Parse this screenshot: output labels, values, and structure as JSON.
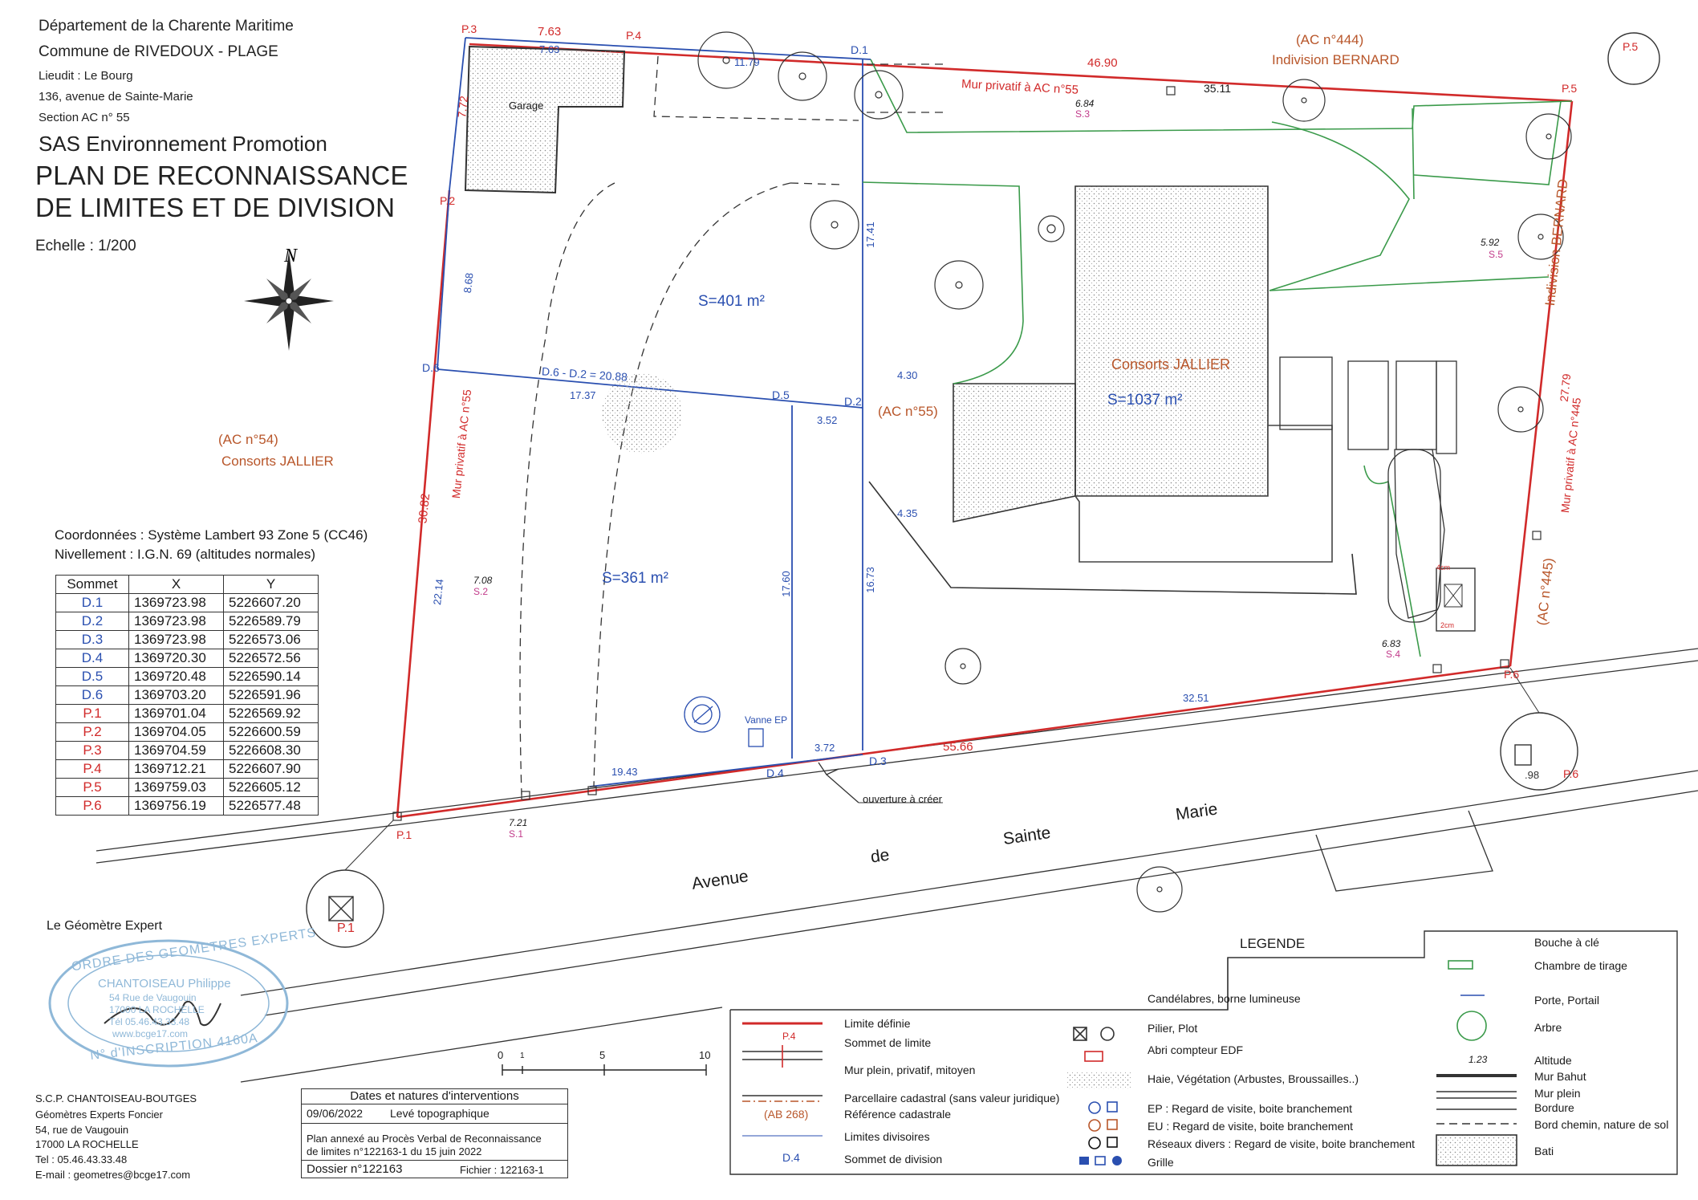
{
  "header": {
    "line1": "Département de la Charente Maritime",
    "line2": "Commune de RIVEDOUX - PLAGE",
    "line3": "Lieudit : Le Bourg",
    "line4": "136, avenue de Sainte-Marie",
    "line5": "Section AC n° 55",
    "client": "SAS Environnement Promotion",
    "title1": "PLAN DE RECONNAISSANCE",
    "title2": "DE LIMITES ET DE DIVISION",
    "scale": "Echelle : 1/200",
    "north": "N"
  },
  "coords_header": {
    "system": "Coordonnées : Système Lambert 93 Zone 5 (CC46)",
    "level": "Nivellement : I.G.N. 69 (altitudes normales)",
    "col_sommet": "Sommet",
    "col_x": "X",
    "col_y": "Y"
  },
  "coords": [
    {
      "s": "D.1",
      "x": "1369723.98",
      "y": "5226607.20",
      "color": "#2a4fb0"
    },
    {
      "s": "D.2",
      "x": "1369723.98",
      "y": "5226589.79",
      "color": "#2a4fb0"
    },
    {
      "s": "D.3",
      "x": "1369723.98",
      "y": "5226573.06",
      "color": "#2a4fb0"
    },
    {
      "s": "D.4",
      "x": "1369720.30",
      "y": "5226572.56",
      "color": "#2a4fb0"
    },
    {
      "s": "D.5",
      "x": "1369720.48",
      "y": "5226590.14",
      "color": "#2a4fb0"
    },
    {
      "s": "D.6",
      "x": "1369703.20",
      "y": "5226591.96",
      "color": "#2a4fb0"
    },
    {
      "s": "P.1",
      "x": "1369701.04",
      "y": "5226569.92",
      "color": "#d12a2a"
    },
    {
      "s": "P.2",
      "x": "1369704.05",
      "y": "5226600.59",
      "color": "#d12a2a"
    },
    {
      "s": "P.3",
      "x": "1369704.59",
      "y": "5226608.30",
      "color": "#d12a2a"
    },
    {
      "s": "P.4",
      "x": "1369712.21",
      "y": "5226607.90",
      "color": "#d12a2a"
    },
    {
      "s": "P.5",
      "x": "1369759.03",
      "y": "5226605.12",
      "color": "#d12a2a"
    },
    {
      "s": "P.6",
      "x": "1369756.19",
      "y": "5226577.48",
      "color": "#d12a2a"
    }
  ],
  "plan": {
    "ac444": "(AC n°444)",
    "ind_bernard_top": "Indivision BERNARD",
    "ind_bernard_right": "Indivision BERNARD",
    "ac445_right": "(AC n°445)",
    "mur_ac445": "Mur privatif à AC n°445",
    "ac54": "(AC n°54)",
    "jallier_left": "Consorts JALLIER",
    "jallier_right": "Consorts JALLIER",
    "ac55": "(AC n°55)",
    "mur_ac55_top": "Mur privatif à AC n°55",
    "mur_ac55_left": "Mur privatif à AC n°55",
    "garage": "Garage",
    "area1": "S=401 m²",
    "area2": "S=361 m²",
    "area3": "S=1037 m²",
    "vanne": "Vanne EP",
    "ouverture": "ouverture à créer",
    "street1": "Avenue",
    "street2": "de",
    "street3": "Sainte",
    "street4": "Marie",
    "p1": "P.1",
    "p2": "P.2",
    "p3": "P.3",
    "p4": "P.4",
    "p5": "P.5",
    "p6": "P.6",
    "d1": "D.1",
    "d2": "D.2",
    "d3": "D.3",
    "d4": "D.4",
    "d5": "D.5",
    "d6": "D.6",
    "p1_zoom": "P.1",
    "p5_zoom": "P.5",
    "p6_zoom": "P.6",
    "d6d2": "D.6 - D.2 = 20.88",
    "dims": {
      "a763": "7.63",
      "b763": "7.63",
      "a772": "7.72",
      "a1179": "11.79",
      "a4690": "46.90",
      "a3511": "35.11",
      "a1741": "17.41",
      "a868": "8.68",
      "a1737": "17.37",
      "a352": "3.52",
      "a430": "4.30",
      "a435": "4.35",
      "a3082": "30.82",
      "a2214": "22.14",
      "a1760": "17.60",
      "a1673": "16.73",
      "a1943": "19.43",
      "a372": "3.72",
      "a5566": "55.66",
      "a3251": "32.51",
      "a2779": "27.79",
      "a98": ".98"
    },
    "s1": "S.1",
    "s1alt": "7.21",
    "s2": "S.2",
    "s2alt": "7.08",
    "s3": "S.3",
    "s3alt": "6.84",
    "s4": "S.4",
    "s4alt": "6.83",
    "s5": "S.5",
    "s5alt": "5.92",
    "zoom_4cm": "4cm",
    "zoom_2cm": "2cm"
  },
  "surveyor": {
    "label": "Le Géomètre Expert",
    "stamp_top": "ORDRE DES GEOMETRES EXPERTS",
    "stamp_bottom": "N° d'INSCRIPTION 4160A",
    "stamp_name": "CHANTOISEAU Philippe",
    "stamp_addr1": "54 Rue de Vaugouin",
    "stamp_addr2": "17000 LA ROCHELLE",
    "stamp_tel": "Tél 05.46.43.33.48",
    "stamp_web": "www.bcge17.com",
    "firm": "S.C.P. CHANTOISEAU-BOUTGES",
    "firm2": "Géomètres Experts Foncier",
    "addr1": "54, rue de Vaugouin",
    "addr2": "17000 LA ROCHELLE",
    "tel": "Tel : 05.46.43.33.48",
    "email": "E-mail : geometres@bcge17.com"
  },
  "interventions": {
    "title": "Dates et natures d'interventions",
    "date": "09/06/2022",
    "nature": "Levé topographique",
    "annex1": "Plan annexé au Procès Verbal de Reconnaissance",
    "annex2": "de limites n°122163-1 du 15 juin 2022",
    "dossier": "Dossier n°122163",
    "fichier": "Fichier : 122163-1"
  },
  "scalebar": {
    "t0": "0",
    "t1": "1",
    "t5": "5",
    "t10": "10"
  },
  "legend": {
    "title": "LEGENDE",
    "limite": "Limite définie",
    "sommet_sym": "P.4",
    "sommet": "Sommet de limite",
    "mur": "Mur plein, privatif, mitoyen",
    "parcellaire": "Parcellaire cadastral (sans valeur juridique)",
    "ref_sym": "(AB 268)",
    "ref": "Référence cadastrale",
    "divisoires": "Limites divisoires",
    "div_sym": "D.4",
    "sommet_div": "Sommet de division",
    "candelabres": "Candélabres, borne lumineuse",
    "pilier": "Pilier, Plot",
    "abri": "Abri compteur EDF",
    "haie": "Haie, Végétation (Arbustes, Broussailles..)",
    "ep": "EP : Regard de visite, boite branchement",
    "eu": "EU : Regard de visite, boite branchement",
    "reseaux": "Réseaux divers : Regard de visite, boite branchement",
    "grille": "Grille",
    "bouche": "Bouche à clé",
    "chambre": "Chambre de tirage",
    "porte": "Porte, Portail",
    "arbre": "Arbre",
    "alt_sym": "1.23",
    "altitude": "Altitude",
    "bahut": "Mur Bahut",
    "murplein": "Mur plein",
    "bordure": "Bordure",
    "bord": "Bord chemin, nature de sol",
    "bati": "Bati"
  },
  "colors": {
    "limit": "#d12a2a",
    "division": "#2a4fb0",
    "green": "#3a9a4a",
    "brown": "#b8562a"
  }
}
